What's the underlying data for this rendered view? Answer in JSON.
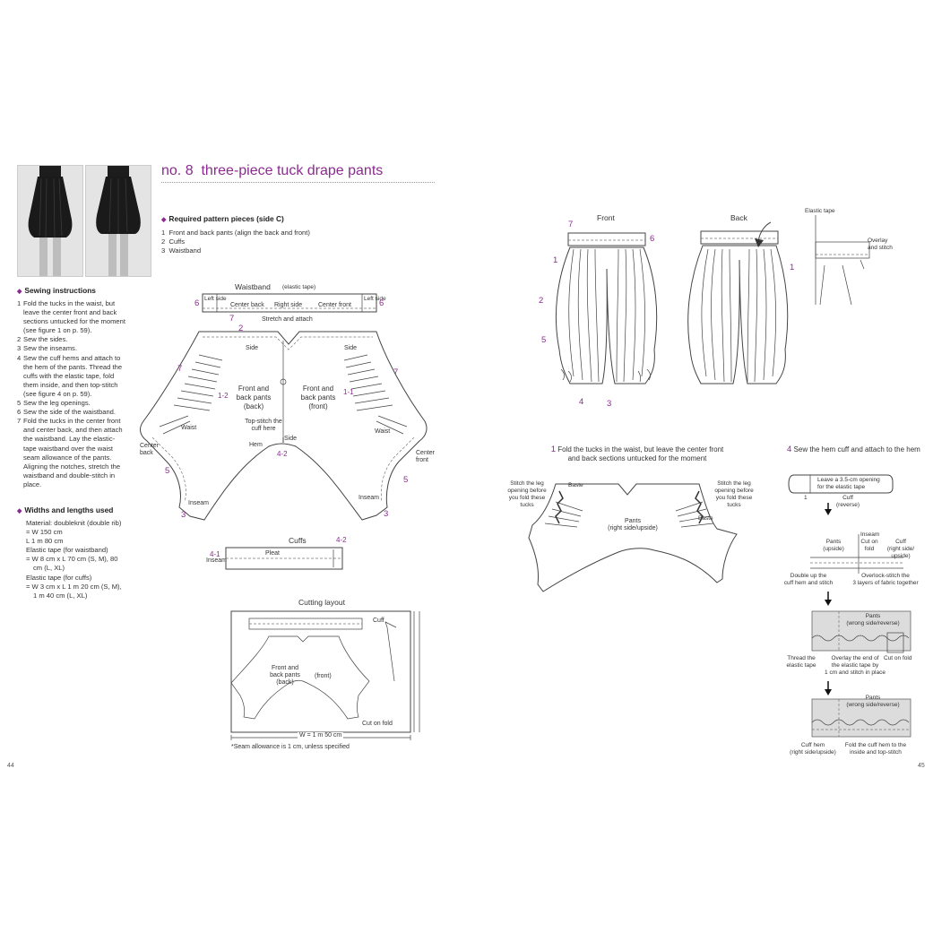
{
  "page": {
    "title_number": "no. 8",
    "title_text": "three-piece tuck drape pants",
    "page_left": "44",
    "page_right": "45"
  },
  "required": {
    "heading": "Required pattern pieces (side C)",
    "items": [
      "Front and back pants (align the back and front)",
      "Cuffs",
      "Waistband"
    ],
    "nums": [
      "1",
      "2",
      "3"
    ]
  },
  "sewing": {
    "heading": "Sewing instructions",
    "steps": [
      {
        "n": "1",
        "lines": [
          "Fold the tucks in the waist, but",
          "leave the center front and back",
          "sections untucked for the moment",
          "(see figure 1 on p. 59)."
        ]
      },
      {
        "n": "2",
        "lines": [
          "Sew the sides."
        ]
      },
      {
        "n": "3",
        "lines": [
          "Sew the inseams."
        ]
      },
      {
        "n": "4",
        "lines": [
          "Sew the cuff hems and attach to",
          "the hem of the pants. Thread the",
          "cuffs with the elastic tape, fold",
          "them inside, and then top-stitch",
          "(see figure 4 on p. 59)."
        ]
      },
      {
        "n": "5",
        "lines": [
          "Sew the leg openings."
        ]
      },
      {
        "n": "6",
        "lines": [
          "Sew the side of the waistband."
        ]
      },
      {
        "n": "7",
        "lines": [
          "Fold the tucks in the center front",
          "and center back, and then attach",
          "the waistband. Lay the elastic-",
          "tape waistband over the waist",
          "seam allowance of the pants.",
          "Aligning the notches, stretch the",
          "waistband and double-stitch in",
          "place."
        ]
      }
    ]
  },
  "widths": {
    "heading": "Widths and lengths used",
    "lines": [
      {
        "t": "Material: doubleknit (double rib)",
        "ind": false
      },
      {
        "t": "= W 150 cm",
        "ind": false
      },
      {
        "t": "L 1 m 80 cm",
        "ind": false
      },
      {
        "t": "Elastic tape (for waistband)",
        "ind": false
      },
      {
        "t": "= W 8 cm x L 70 cm (S, M), 80",
        "ind": false
      },
      {
        "t": "cm (L, XL)",
        "ind": true
      },
      {
        "t": "Elastic tape (for cuffs)",
        "ind": false
      },
      {
        "t": "= W 3 cm x L 1 m 20 cm (S, M),",
        "ind": false
      },
      {
        "t": "1 m 40 cm (L, XL)",
        "ind": true
      }
    ]
  },
  "pattern": {
    "waistband_title": "Waistband",
    "elastic_tape": "(elastic tape)",
    "left_side": "Left side",
    "right_side": "Right side",
    "center_back": "Center back",
    "center_front": "Center front",
    "left_side2": "Left side",
    "stretch_attach": "Stretch and attach",
    "side": "Side",
    "front_back_back": "Front and back pants (back)",
    "front_back_front": "Front and back pants (front)",
    "topstitch": "Top-stitch the cuff here",
    "hem": "Hem",
    "waist": "Waist",
    "center_back_lbl": "Center back",
    "center_front_lbl": "Center front",
    "inseam": "Inseam",
    "cuffs_title": "Cuffs",
    "pleat": "Pleat",
    "inseam2": "Inseam",
    "cutting_title": "Cutting layout",
    "cuff": "Cuff",
    "front_back_short": "Front and back pants (back)",
    "front_short": "(front)",
    "cut_on_fold": "Cut on fold",
    "width": "W = 1 m 50 cm",
    "seam_note": "*Seam allowance is 1 cm, unless specified",
    "n6": "6",
    "n7": "7",
    "n2": "2",
    "n1_2": "1-2",
    "n1_1": "1-1",
    "n4_2": "4-2",
    "n4_1": "4-1",
    "n5": "5",
    "n3": "3"
  },
  "right": {
    "front": "Front",
    "back": "Back",
    "elastic_tape": "Elastic tape",
    "overlay_stitch": "Overlay and stitch",
    "step1_n": "1",
    "step1_text": [
      "Fold the tucks in the waist, but leave the center front",
      "and back sections untucked for the moment"
    ],
    "stitch_leg_l": [
      "Stitch the leg",
      "opening before",
      "you fold these",
      "tucks"
    ],
    "baste": "Baste",
    "stitch_leg_r": [
      "Stitch the leg",
      "opening before",
      "you fold these",
      "tucks"
    ],
    "pants_rs": [
      "Pants",
      "(right side/upside)"
    ],
    "step4_n": "4",
    "step4_text": "Sew the hem cuff and attach to the hem",
    "leave_opening": [
      "Leave a 3.5-cm opening",
      "for the elastic tape"
    ],
    "cuff_rev": [
      "Cuff",
      "(reverse)"
    ],
    "inseam": "Inseam",
    "pants_up": [
      "Pants",
      "(upside)"
    ],
    "cut_on_fold": [
      "Cut on",
      "fold"
    ],
    "cuff_rs": [
      "Cuff",
      "(right side/",
      "upside)"
    ],
    "double_up": [
      "Double up the",
      "cuff hem and stitch"
    ],
    "overlock": [
      "Overlock-stitch the",
      "3 layers of fabric together"
    ],
    "pants_wrong": [
      "Pants",
      "(wrong side/reverse)"
    ],
    "thread": [
      "Thread the",
      "elastic tape"
    ],
    "overlay_end": [
      "Overlay the end of",
      "the elastic tape by",
      "1 cm and stitch in place"
    ],
    "cut_on_fold2": "Cut on fold",
    "pants_wrong2": [
      "Pants",
      "(wrong side/reverse)"
    ],
    "cuff_hem": [
      "Cuff hem",
      "(right side/upside)"
    ],
    "fold_cuff": [
      "Fold the cuff hem to the",
      "inside and top-stitch"
    ],
    "n7": "7",
    "n6": "6",
    "n1": "1",
    "n2": "2",
    "n5": "5",
    "n4": "4",
    "n3": "3"
  }
}
